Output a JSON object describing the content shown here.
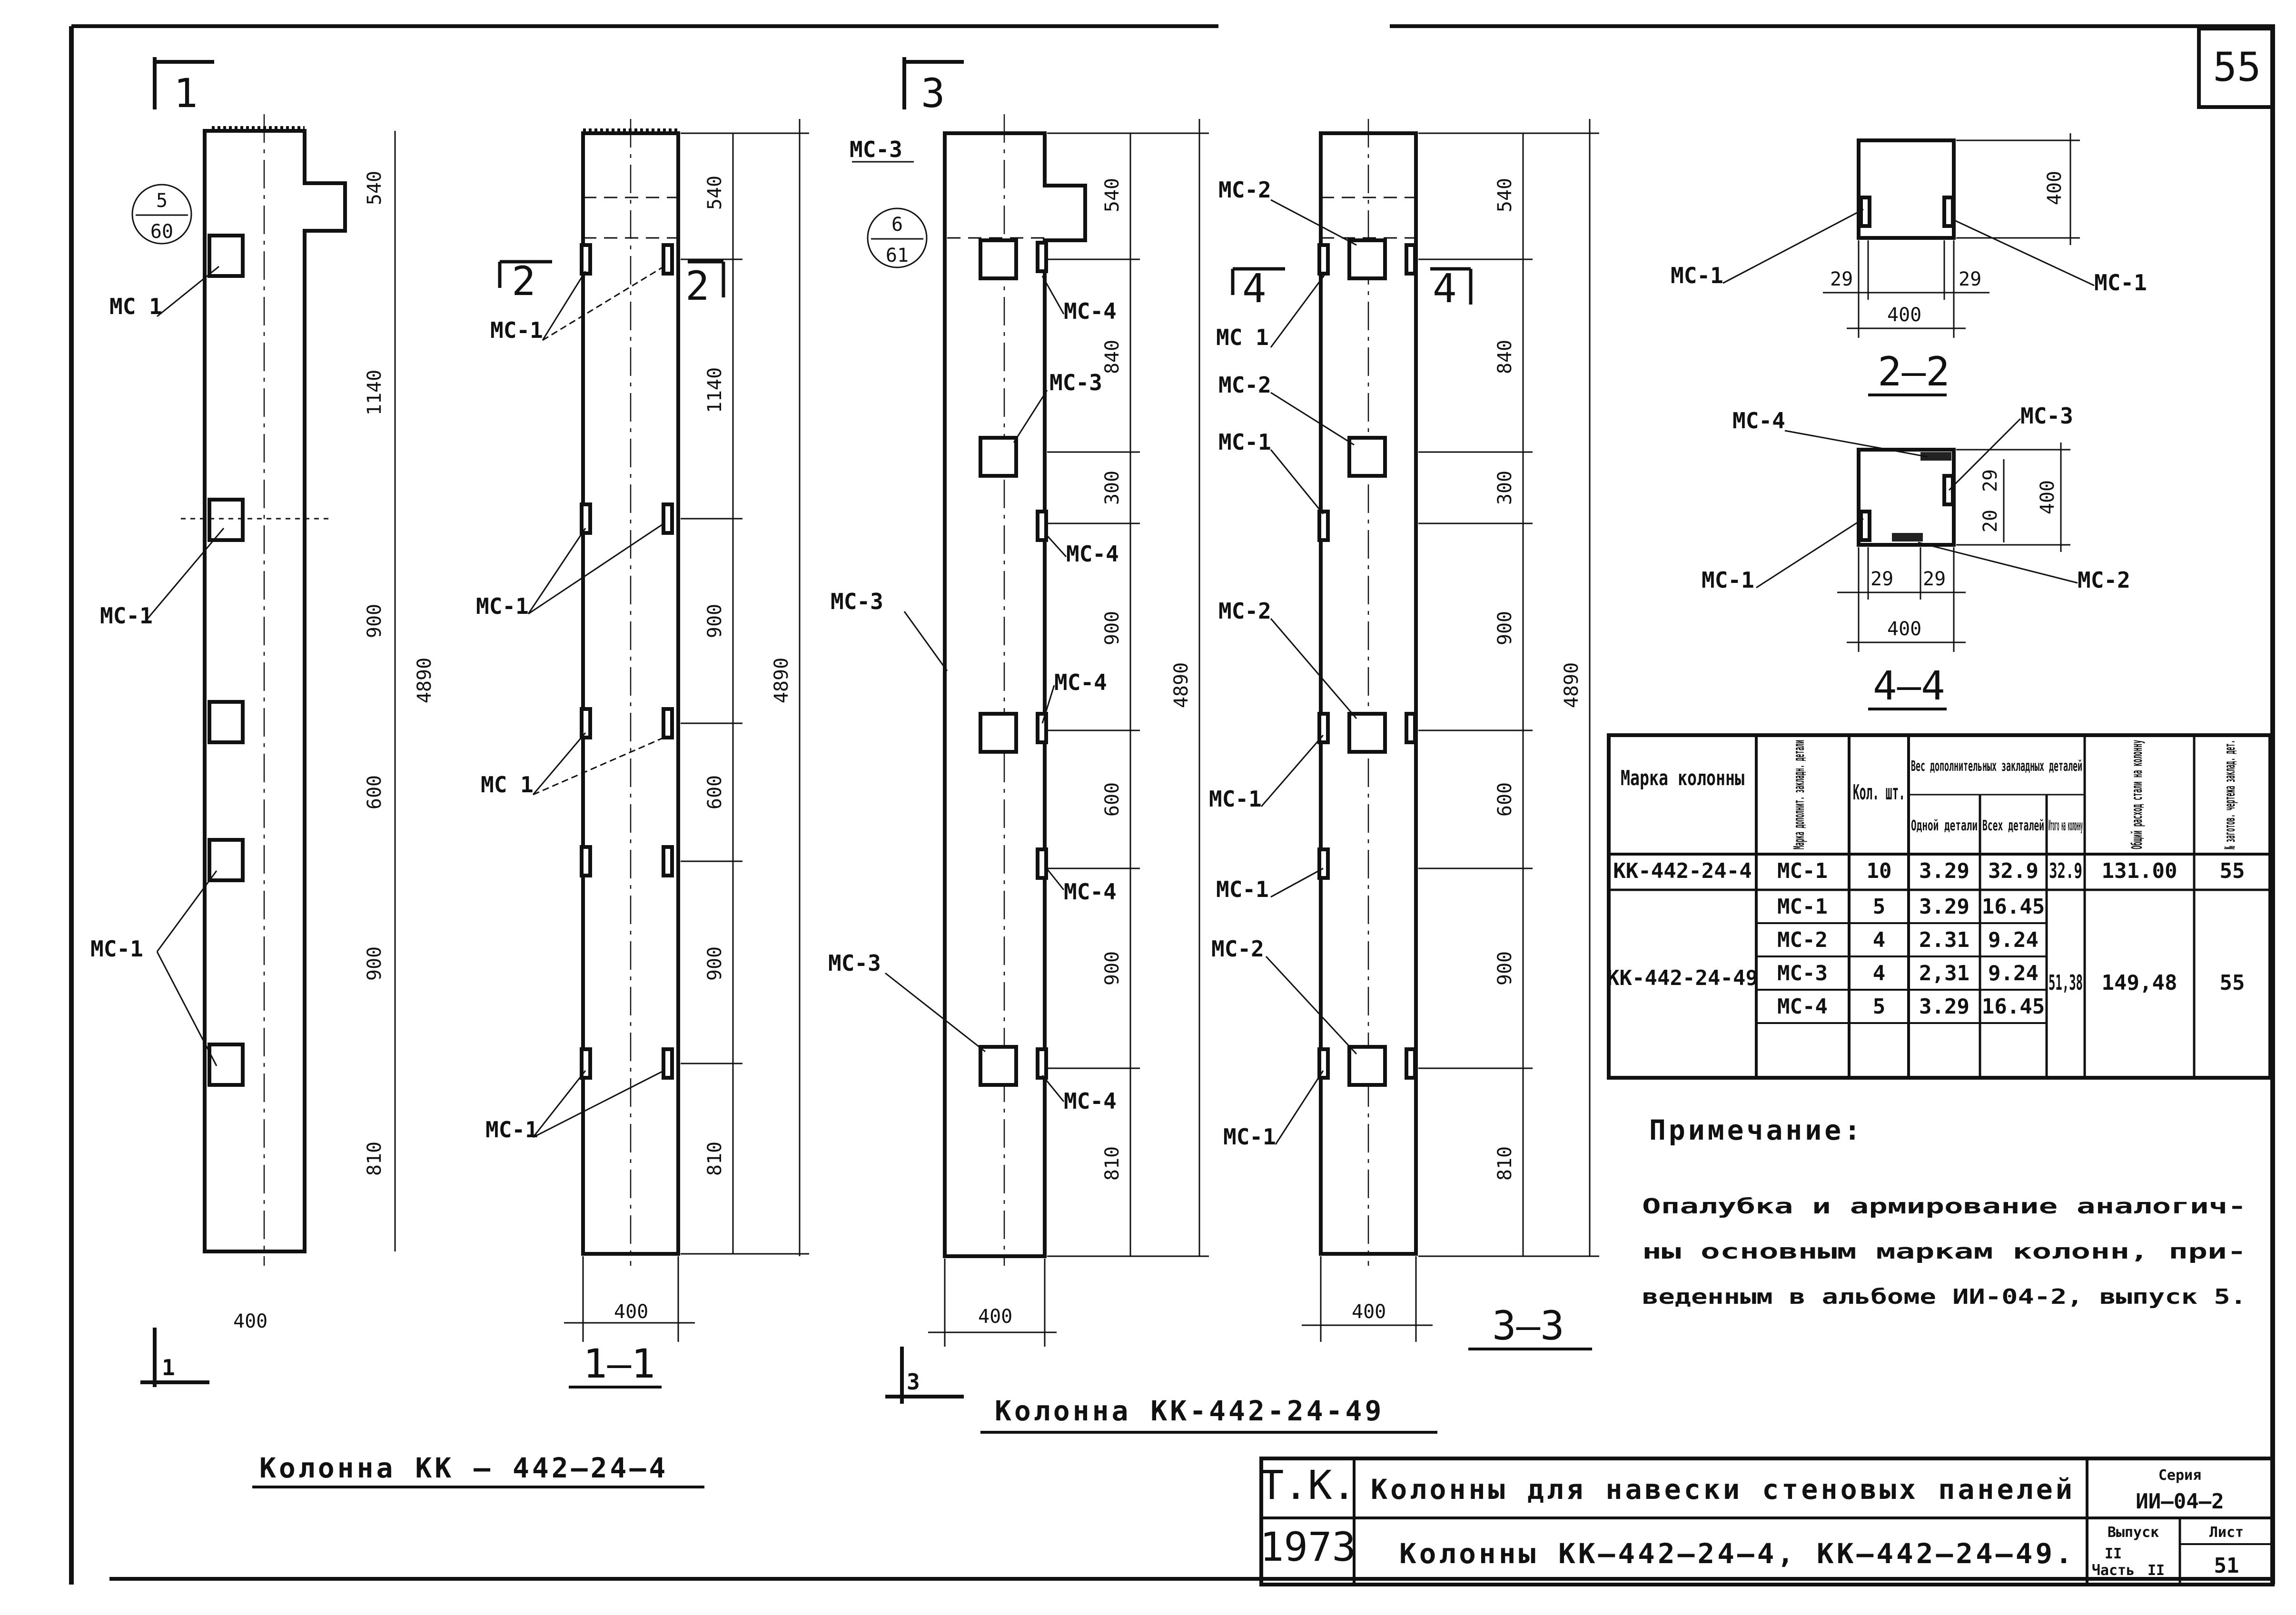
{
  "sheet_number": "55",
  "column1": {
    "title": "Колонна КК — 442—24—4",
    "sections": [
      "1",
      "1"
    ],
    "bubble": {
      "top": "5",
      "bottom": "60"
    },
    "dims": [
      "540",
      "1140",
      "900",
      "600",
      "900",
      "810"
    ],
    "total": "4890",
    "width": "400",
    "labels": [
      "МС 1",
      "МС-1",
      "МС-1"
    ]
  },
  "view11": {
    "title": "1—1",
    "sections": [
      "2",
      "2"
    ],
    "dims": [
      "540",
      "1140",
      "900",
      "600",
      "900",
      "810"
    ],
    "total": "4890",
    "width": "400",
    "labels": [
      "МС-1",
      "МС-1",
      "МС 1",
      "МС-1"
    ]
  },
  "column2": {
    "title": "Колонна КК-442-24-49",
    "sections": [
      "3",
      "3"
    ],
    "bubble": {
      "top": "6",
      "bottom": "61"
    },
    "dims": [
      "540",
      "840",
      "300",
      "900",
      "600",
      "900",
      "810"
    ],
    "total": "4890",
    "width": "400",
    "labels": [
      "МС-3",
      "МС-4",
      "МС-3",
      "МС-4",
      "МС-3",
      "МС-4",
      "МС-4",
      "МС-3",
      "МС-4"
    ]
  },
  "view33": {
    "title": "3—3",
    "sections": [
      "4",
      "4"
    ],
    "dims": [
      "540",
      "840",
      "300",
      "900",
      "600",
      "900",
      "810"
    ],
    "total": "4890",
    "width": "400",
    "labels": [
      "МС-2",
      "МС 1",
      "МС-2",
      "МС-1",
      "МС-2",
      "МС-1",
      "МС-1",
      "МС-2",
      "МС-1"
    ]
  },
  "section22": {
    "title": "2—2",
    "left_label": "МС-1",
    "right_label": "МС-1",
    "dims": [
      "400",
      "29",
      "29",
      "400"
    ]
  },
  "section44": {
    "title": "4—4",
    "labels": [
      "МС-4",
      "МС-3",
      "МС-1",
      "МС-2"
    ],
    "dims": [
      "400",
      "29",
      "29",
      "29",
      "20",
      "400"
    ]
  },
  "table": {
    "headers": [
      "Марка колонны",
      "Марка дополнит. закладн. детали",
      "Кол. шт.",
      "Вес дополнительных закладных деталей",
      "Одной детали",
      "Всех деталей",
      "Итого на колонну",
      "Общий расход стали на колонну",
      "№ заготов. чертежа заклад. дет."
    ],
    "rows": [
      {
        "mark": "КК-442-24-4",
        "part": "МС-1",
        "qty": "10",
        "one": "3.29",
        "all": "32.9",
        "total": "32.9",
        "steel": "131.00",
        "sheet": "55"
      },
      {
        "mark": "КК-442-24-49",
        "part": "МС-1",
        "qty": "5",
        "one": "3.29",
        "all": "16.45",
        "total": "51,38",
        "steel": "149,48",
        "sheet": "55"
      },
      {
        "mark": "",
        "part": "МС-2",
        "qty": "4",
        "one": "2.31",
        "all": "9.24",
        "total": "",
        "steel": "",
        "sheet": ""
      },
      {
        "mark": "",
        "part": "МС-3",
        "qty": "4",
        "one": "2,31",
        "all": "9.24",
        "total": "",
        "steel": "",
        "sheet": ""
      },
      {
        "mark": "",
        "part": "МС-4",
        "qty": "5",
        "one": "3.29",
        "all": "16.45",
        "total": "",
        "steel": "",
        "sheet": ""
      }
    ]
  },
  "note": {
    "title": "Примечание:",
    "lines": [
      "Опалубка и армирование аналогич-",
      "ны основным маркам колонн, при-",
      "веденным в альбоме ИИ-04-2, выпуск 5."
    ]
  },
  "title_block": {
    "org": "Т.К.",
    "year": "1973",
    "title1": "Колонны для навески стеновых панелей",
    "title2": "Колонны КК—442—24—4, КК—442—24—49.",
    "series_label": "Серия",
    "series": "ИИ—04—2",
    "issue_label": "Выпуск",
    "issue": "II",
    "part_label": "Часть",
    "part": "II",
    "sheet_label": "Лист",
    "sheet": "51"
  }
}
